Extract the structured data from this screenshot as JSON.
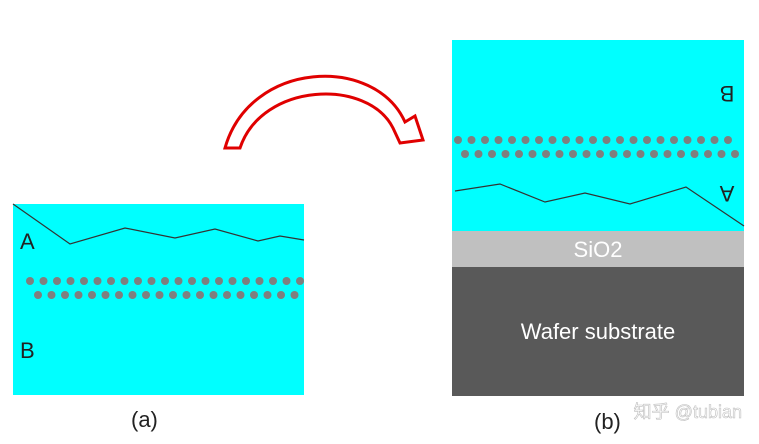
{
  "panel_a": {
    "caption": "(a)",
    "layer_a_label": "A",
    "layer_b_label": "B"
  },
  "panel_b": {
    "caption": "(b)",
    "layer_a_label": "A",
    "layer_b_label": "B",
    "oxide_label": "SiO2",
    "substrate_label": "Wafer substrate"
  },
  "watermark": "知乎 @tubian",
  "colors": {
    "layer": "#00ffff",
    "oxide": "#c0c0c0",
    "substrate": "#595959",
    "dots": "#7f7f7f",
    "arrow": "#e00000",
    "interface_line": "#333333"
  }
}
